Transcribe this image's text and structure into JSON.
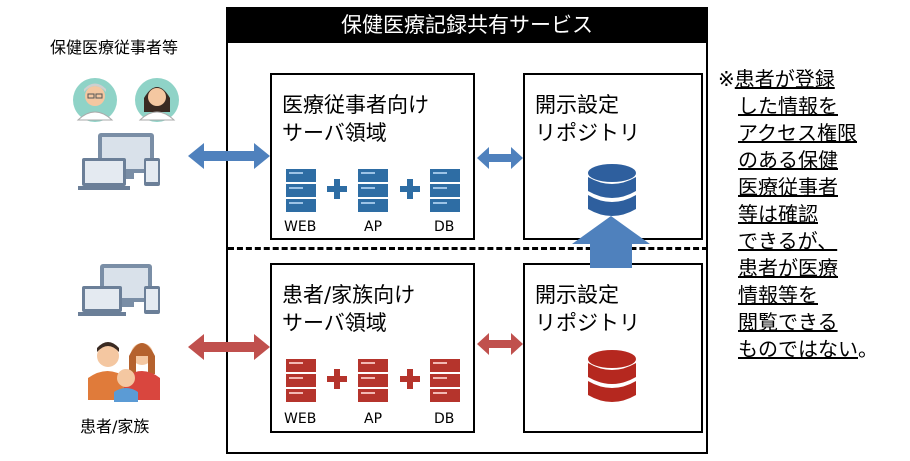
{
  "service_title": "保健医療記録共有サービス",
  "professionals": {
    "label": "保健医療従事者等"
  },
  "patients": {
    "label": "患者/家族"
  },
  "professional_panel": {
    "title_line1": "医療従事者向け",
    "title_line2": "サーバ領域",
    "tiers": [
      "WEB",
      "AP",
      "DB"
    ],
    "color": "#2e6da4"
  },
  "patient_panel": {
    "title_line1": "患者/家族向け",
    "title_line2": "サーバ領域",
    "tiers": [
      "WEB",
      "AP",
      "DB"
    ],
    "color": "#c0392b"
  },
  "repo_top": {
    "line1": "開示設定",
    "line2": "リポジトリ",
    "color": "#2e5f9e"
  },
  "repo_bottom": {
    "line1": "開示設定",
    "line2": "リポジトリ",
    "color": "#b5281f"
  },
  "note": {
    "prefix": "※",
    "lines": [
      "患者が登録",
      "した情報を",
      "アクセス権限",
      "のある保健",
      "医療従事者",
      "等は確認",
      "できるが、",
      "患者が医療",
      "情報等を",
      "閲覧できる",
      "ものではない"
    ],
    "suffix": "。"
  },
  "colors": {
    "blue_arrow": "#4f81bd",
    "red_arrow": "#c0504d"
  }
}
